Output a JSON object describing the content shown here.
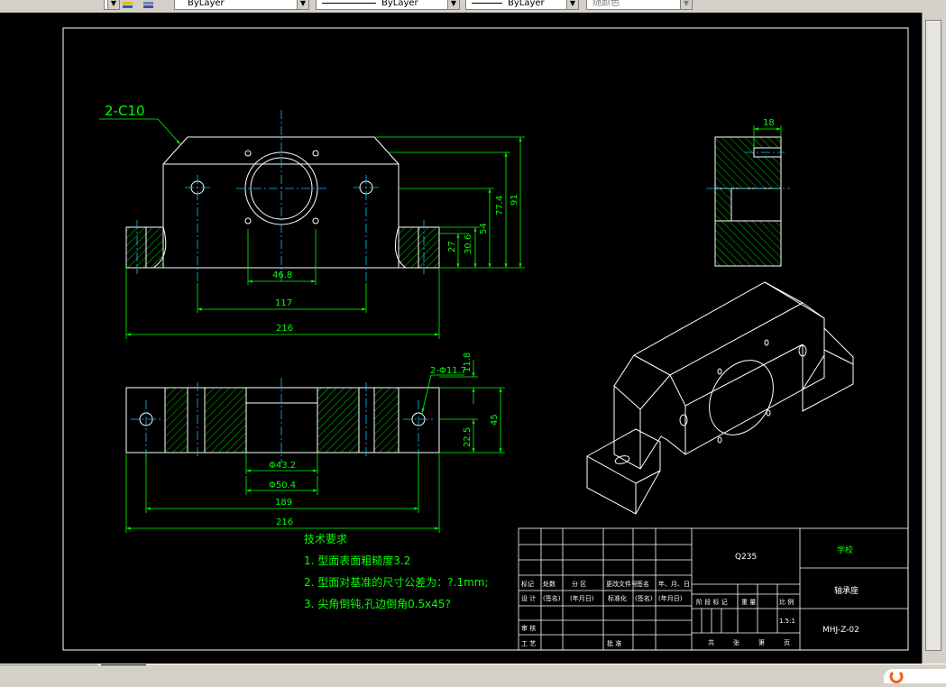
{
  "toolbar": {
    "layer_value": "ByLayer",
    "linetype_value": "ByLayer",
    "lineweight_value": "ByLayer",
    "color_value": "随颜色"
  },
  "drawing": {
    "colors": {
      "frame": "#ffffff",
      "dim": "#00ff00",
      "center": "#00c8ff",
      "hatch": "#00ff00",
      "note": "#ffff00",
      "table": "#ffffff"
    },
    "front_view": {
      "chamfer_note": "2-C10",
      "dims": {
        "d1": "46.8",
        "d2": "117",
        "d3": "216",
        "h1": "27",
        "h2": "30.6",
        "h3": "54",
        "h4": "77.4",
        "h5": "91"
      }
    },
    "top_view": {
      "hole_note": "2-Φ11.7",
      "dims": {
        "h1": "11.8",
        "h2": "22.5",
        "h3": "45",
        "d1": "Φ43.2",
        "d2": "Φ50.4",
        "d3": "189",
        "d4": "216"
      }
    },
    "side_view": {
      "dim": "18"
    },
    "tech_requirements": {
      "title": "技术要求",
      "items": [
        "1. 型面表面粗糙度3.2",
        "2. 型面对基准的尺寸公差为：?.1mm;",
        "3. 尖角倒钝,孔边倒角0.5x45?"
      ]
    },
    "title_block": {
      "material": "Q235",
      "school": "学校",
      "part_name": "轴承座",
      "drawing_no": "MHJ-Z-02",
      "scale": "1.5:1",
      "row_labels": [
        "标记",
        "处数",
        "分 区",
        "更改文件号",
        "签名",
        "年、月、日"
      ],
      "design_row": [
        "设 计",
        "(签名)",
        "(年月日)",
        "标准化",
        "(签名)",
        "(年月日)"
      ],
      "stage_labels": [
        "阶 段 标 记",
        "重 量",
        "比 例"
      ],
      "review": "审 核",
      "process": "工 艺",
      "approve": "批 准",
      "sheet_labels": [
        "共",
        "张",
        "第",
        "页"
      ]
    }
  }
}
